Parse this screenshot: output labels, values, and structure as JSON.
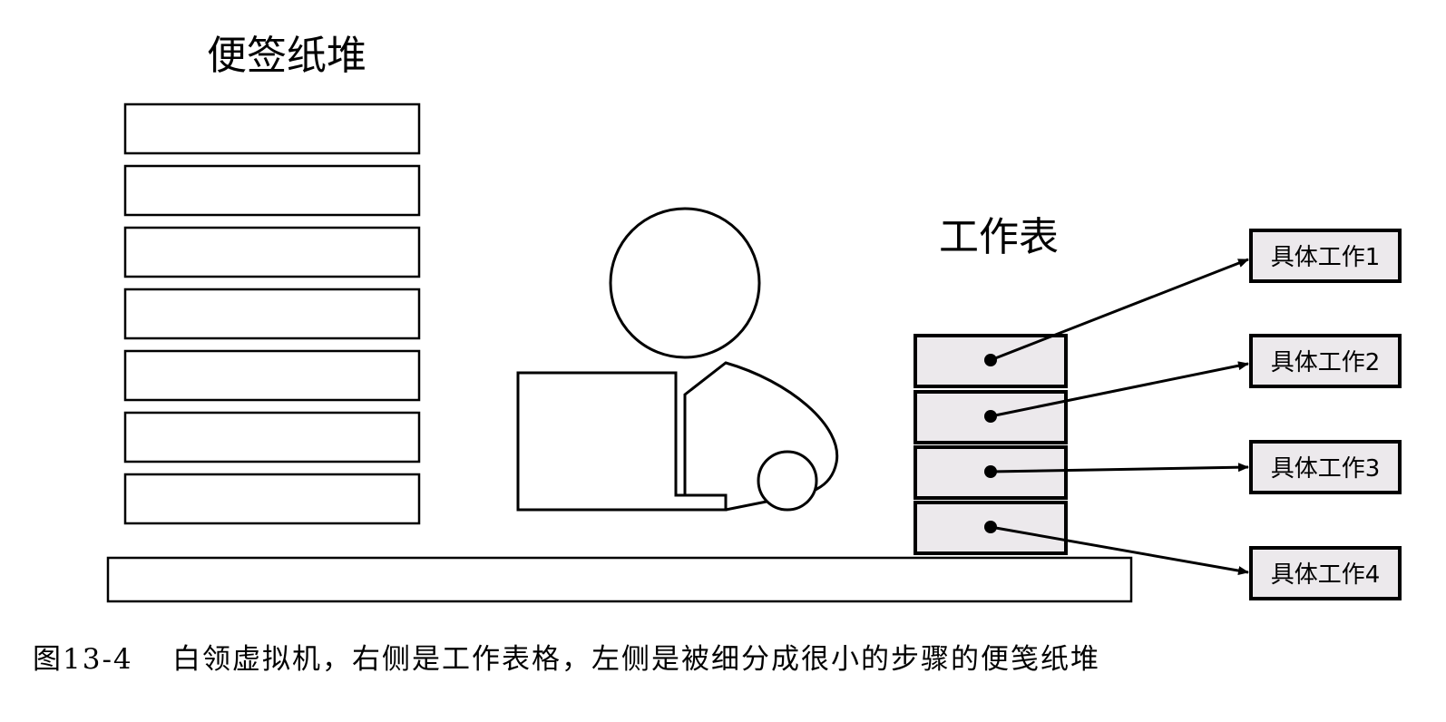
{
  "diagram": {
    "sticky_stack": {
      "title": "便签纸堆",
      "note_count": 7
    },
    "work_table": {
      "title": "工作表",
      "cell_count": 4
    },
    "tasks": [
      {
        "label": "具体工作1"
      },
      {
        "label": "具体工作2"
      },
      {
        "label": "具体工作3"
      },
      {
        "label": "具体工作4"
      }
    ],
    "caption": {
      "figure_number": "图13-4",
      "text": "白领虚拟机，右侧是工作表格，左侧是被细分成很小的步骤的便笺纸堆"
    }
  }
}
